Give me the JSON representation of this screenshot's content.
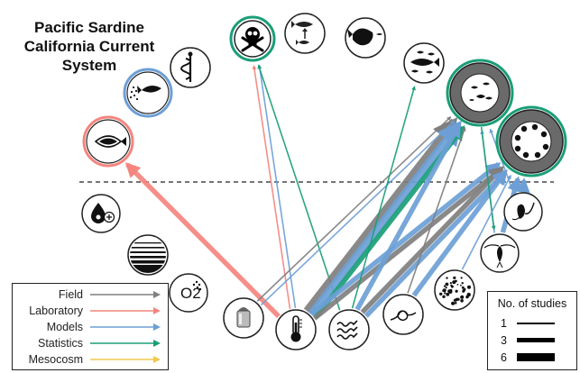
{
  "title": [
    "Pacific Sardine",
    "California Current",
    "System"
  ],
  "legend_methods": {
    "items": [
      {
        "label": "Field",
        "color": "#7f7f7f"
      },
      {
        "label": "Laboratory",
        "color": "#f4857f"
      },
      {
        "label": "Models",
        "color": "#6d9fd6"
      },
      {
        "label": "Statistics",
        "color": "#1a9e77"
      },
      {
        "label": "Mesocosm",
        "color": "#f2c94c"
      }
    ]
  },
  "legend_studies": {
    "title": "No. of studies",
    "items": [
      {
        "label": "1",
        "count": 1
      },
      {
        "label": "3",
        "count": 3
      },
      {
        "label": "6",
        "count": 6
      }
    ]
  },
  "response_nodes": [
    {
      "id": "toxicity",
      "icon": "skull-crossbones-icon"
    },
    {
      "id": "reproduction",
      "icon": "fish-reproduction-icon"
    },
    {
      "id": "predator",
      "icon": "predatory-fish-icon"
    },
    {
      "id": "schooling",
      "icon": "fish-school-icon"
    },
    {
      "id": "distribution",
      "icon": "fish-in-ring-icon"
    },
    {
      "id": "recruitment",
      "icon": "eggs-in-ring-icon"
    },
    {
      "id": "health",
      "icon": "caduceus-icon"
    },
    {
      "id": "growth",
      "icon": "feeding-fish-icon"
    },
    {
      "id": "physiology",
      "icon": "fish-outline-icon"
    }
  ],
  "driver_nodes": [
    {
      "id": "nutrients",
      "icon": "nutrient-drop-icon"
    },
    {
      "id": "stratification",
      "icon": "stratified-layers-icon"
    },
    {
      "id": "oxygen",
      "icon": "oxygen-icon",
      "text": "O2"
    },
    {
      "id": "salinity",
      "icon": "salt-shaker-icon"
    },
    {
      "id": "temperature",
      "icon": "thermometer-icon"
    },
    {
      "id": "turbulence",
      "icon": "turbulence-icon"
    },
    {
      "id": "currents",
      "icon": "current-swirl-icon"
    },
    {
      "id": "particles",
      "icon": "particle-dots-icon"
    },
    {
      "id": "phytoplankton",
      "icon": "phytoplankton-icon"
    },
    {
      "id": "zooplankton",
      "icon": "zooplankton-icon"
    }
  ],
  "edges": [
    {
      "from": "temperature",
      "to": "physiology",
      "method": "Laboratory",
      "studies": 3
    },
    {
      "from": "temperature",
      "to": "toxicity",
      "method": "Laboratory",
      "studies": 1
    },
    {
      "from": "temperature",
      "to": "toxicity",
      "method": "Models",
      "studies": 1
    },
    {
      "from": "turbulence",
      "to": "toxicity",
      "method": "Statistics",
      "studies": 1
    },
    {
      "from": "temperature",
      "to": "distribution",
      "method": "Field",
      "studies": 6
    },
    {
      "from": "temperature",
      "to": "distribution",
      "method": "Models",
      "studies": 6
    },
    {
      "from": "temperature",
      "to": "distribution",
      "method": "Statistics",
      "studies": 3
    },
    {
      "from": "temperature",
      "to": "recruitment",
      "method": "Models",
      "studies": 3
    },
    {
      "from": "temperature",
      "to": "recruitment",
      "method": "Field",
      "studies": 3
    },
    {
      "from": "salinity",
      "to": "distribution",
      "method": "Field",
      "studies": 1
    },
    {
      "from": "salinity",
      "to": "distribution",
      "method": "Models",
      "studies": 1
    },
    {
      "from": "turbulence",
      "to": "distribution",
      "method": "Models",
      "studies": 3
    },
    {
      "from": "turbulence",
      "to": "recruitment",
      "method": "Field",
      "studies": 3
    },
    {
      "from": "turbulence",
      "to": "recruitment",
      "method": "Models",
      "studies": 3
    },
    {
      "from": "currents",
      "to": "recruitment",
      "method": "Models",
      "studies": 3
    },
    {
      "from": "currents",
      "to": "distribution",
      "method": "Field",
      "studies": 1
    },
    {
      "from": "turbulence",
      "to": "schooling",
      "method": "Statistics",
      "studies": 1
    },
    {
      "from": "phytoplankton",
      "to": "recruitment",
      "method": "Models",
      "studies": 3
    },
    {
      "from": "phytoplankton",
      "to": "distribution",
      "method": "Models",
      "studies": 1
    },
    {
      "from": "zooplankton",
      "to": "recruitment",
      "method": "Models",
      "studies": 3
    },
    {
      "from": "zooplankton",
      "to": "distribution",
      "method": "Models",
      "studies": 1
    },
    {
      "from": "distribution",
      "to": "zooplankton",
      "method": "Statistics",
      "studies": 1
    },
    {
      "from": "particles",
      "to": "recruitment",
      "method": "Models",
      "studies": 1
    }
  ]
}
